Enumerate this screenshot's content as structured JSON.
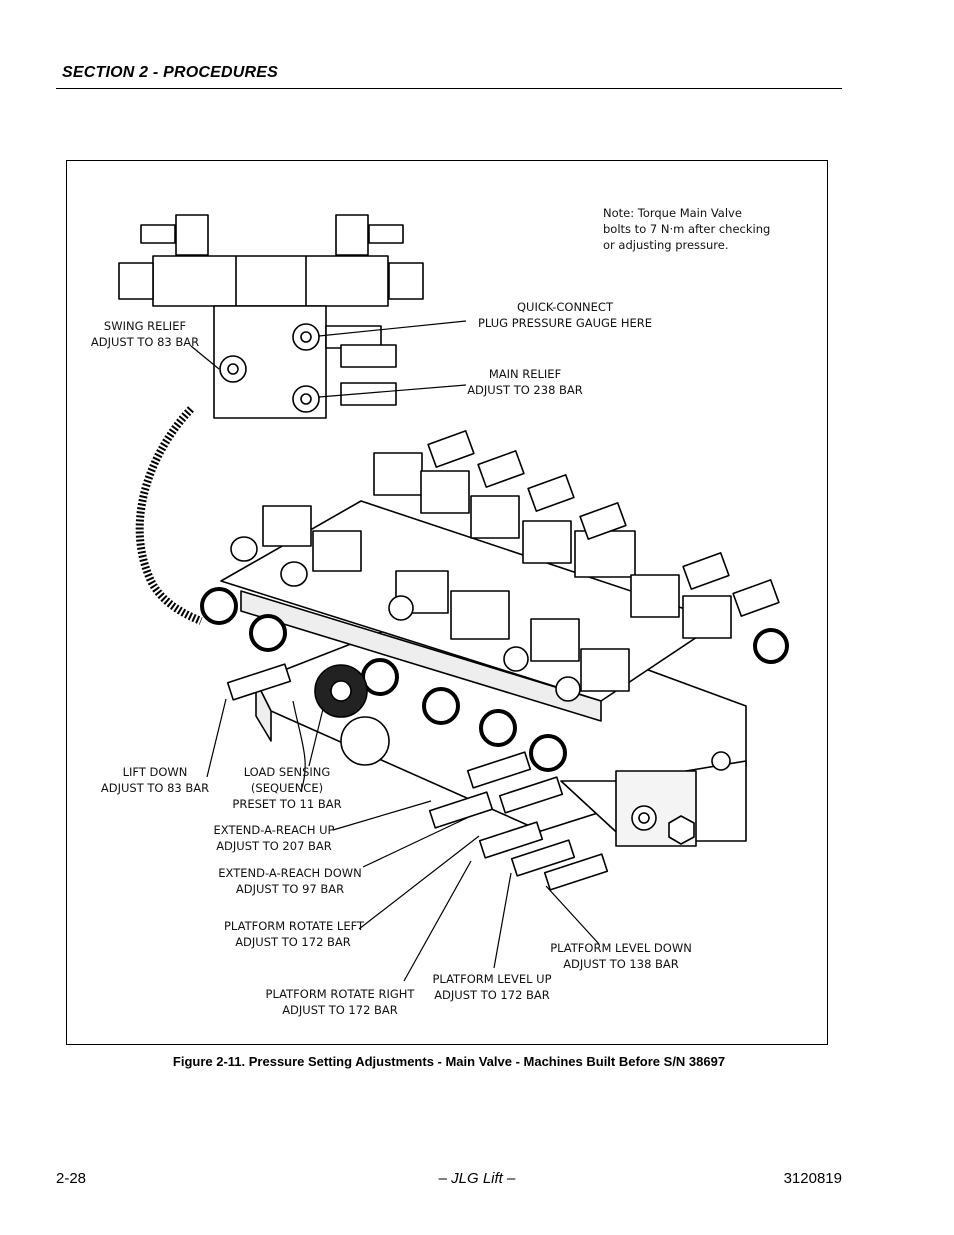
{
  "header": {
    "section_title": "SECTION 2 - PROCEDURES"
  },
  "figure": {
    "note": "Note: Torque Main Valve\nbolts to 7 N·m after checking\nor adjusting pressure.",
    "labels": {
      "quick_connect": "QUICK-CONNECT\nPLUG PRESSURE GAUGE HERE",
      "swing_relief": "SWING RELIEF\nADJUST TO 83 BAR",
      "main_relief": "MAIN RELIEF\nADJUST TO 238 BAR",
      "lift_down": "LIFT DOWN\nADJUST TO 83 BAR",
      "load_sensing": "LOAD SENSING\n(SEQUENCE)\nPRESET TO 11 BAR",
      "extend_reach_up": "EXTEND-A-REACH UP\nADJUST TO 207 BAR",
      "extend_reach_down": "EXTEND-A-REACH DOWN\nADJUST TO 97 BAR",
      "platform_rotate_left": "PLATFORM ROTATE LEFT\nADJUST TO 172 BAR",
      "platform_rotate_right": "PLATFORM ROTATE RIGHT\nADJUST TO 172 BAR",
      "platform_level_up": "PLATFORM LEVEL UP\nADJUST TO 172 BAR",
      "platform_level_down": "PLATFORM LEVEL DOWN\nADJUST TO 138 BAR"
    }
  },
  "caption": "Figure 2-11.  Pressure Setting Adjustments - Main Valve -  Machines Built Before S/N 38697",
  "footer": {
    "page_number": "2-28",
    "publisher": "– JLG Lift –",
    "doc_number": "3120819"
  }
}
